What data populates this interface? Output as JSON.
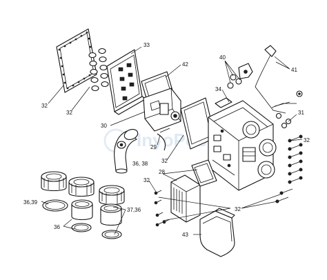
{
  "diagram": {
    "watermark": "InyoPools",
    "callouts": [
      {
        "key": "33",
        "text": "33"
      },
      {
        "key": "42",
        "text": "42"
      },
      {
        "key": "40",
        "text": "40"
      },
      {
        "key": "41",
        "text": "41"
      },
      {
        "key": "32a",
        "text": "32"
      },
      {
        "key": "32b",
        "text": "32"
      },
      {
        "key": "34",
        "text": "34"
      },
      {
        "key": "31",
        "text": "31"
      },
      {
        "key": "32c",
        "text": "32"
      },
      {
        "key": "30",
        "text": "30"
      },
      {
        "key": "29",
        "text": "29"
      },
      {
        "key": "36_38",
        "text": "36, 38"
      },
      {
        "key": "32d",
        "text": "32"
      },
      {
        "key": "28",
        "text": "28"
      },
      {
        "key": "32e",
        "text": "32"
      },
      {
        "key": "32f",
        "text": "32"
      },
      {
        "key": "36_39",
        "text": "36,39"
      },
      {
        "key": "37_36",
        "text": "37,36"
      },
      {
        "key": "36",
        "text": "36"
      },
      {
        "key": "43",
        "text": "43"
      }
    ]
  }
}
